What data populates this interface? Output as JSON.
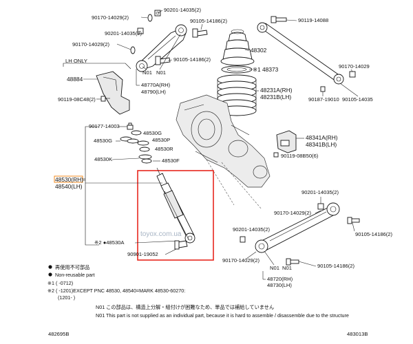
{
  "labels": {
    "p90201_14035_top": "90201-14035(2)",
    "p90170_14029_a": "90170-14029(2)",
    "p90201_14035_b": "90201-14035(2)",
    "p90170_14029_b": "90170-14029(2)",
    "p90105_14186_a": "90105-14186(2)",
    "p90105_14186_b": "90105-14186(2)",
    "no1_a": "N01",
    "no1_b": "N01",
    "p48770a": "48770A(RH)",
    "p48790": "48790(LH)",
    "lh_only": "LH ONLY",
    "p48884": "48884",
    "p90119_08c48": "90119-08C48(2)",
    "p90119_14088": "90119-14088",
    "p48302": "48302",
    "p48373": "※1 48373",
    "p48231a": "48231A(RH)",
    "p48231b": "48231B(LH)",
    "p90170_14029_c": "90170-14029",
    "p90187": "90187-19010",
    "p90105_14035": "90105-14035",
    "p90177": "90177-14003",
    "p48530g_left": "48530G",
    "p48530g_right": "48530G",
    "p48530p": "48530P",
    "p48530r": "48530R",
    "p48530k": "48530K",
    "p48530f": "48530F",
    "p48530rh": "48530(RH)",
    "p48540lh": "48540(LH)",
    "p48341a": "48341A(RH)",
    "p48341b": "48341B(LH)",
    "p90119_08b50": "90119-08B50(6)",
    "p90201_14035_c": "90201-14035(2)",
    "p90170_14029_d": "90170-14029(2)",
    "p90105_14186_c": "90105-14186(2)",
    "p90201_14035_d": "90201-14035(2)",
    "p90170_14029_e": "90170-14029(2)",
    "p90105_14186_d": "90105-14186(2)",
    "no1_c": "N01",
    "no1_d": "N01",
    "p48720": "48720(RH)",
    "p48730": "48730(LH)",
    "p48530a": "※2 ●48530A",
    "p90901": "90901-19052"
  },
  "watermark": "toyox.com.ua",
  "legend": {
    "jp_nonreuse": "再使用不可部品",
    "en_nonreuse": "Non-reusable part",
    "note1": "※1  (      -0712)",
    "note2a": "※2  (      -1201)EXCEPT PNC 48530, 48540=MARK 48530-60270:",
    "note2b": "(1201-      )",
    "n01_jp": "N01  この部品は、構造上分解・組付けが困難なため、単品では補給していません",
    "n01_en": "N01  This part is not supplied as an individual part, because it is hard to assemble / disassemble due to the structure"
  },
  "footer": {
    "left_code": "482695B",
    "right_code": "483013B"
  },
  "colors": {
    "highlight": "#e8261d",
    "label_box": "#f08a1c"
  }
}
